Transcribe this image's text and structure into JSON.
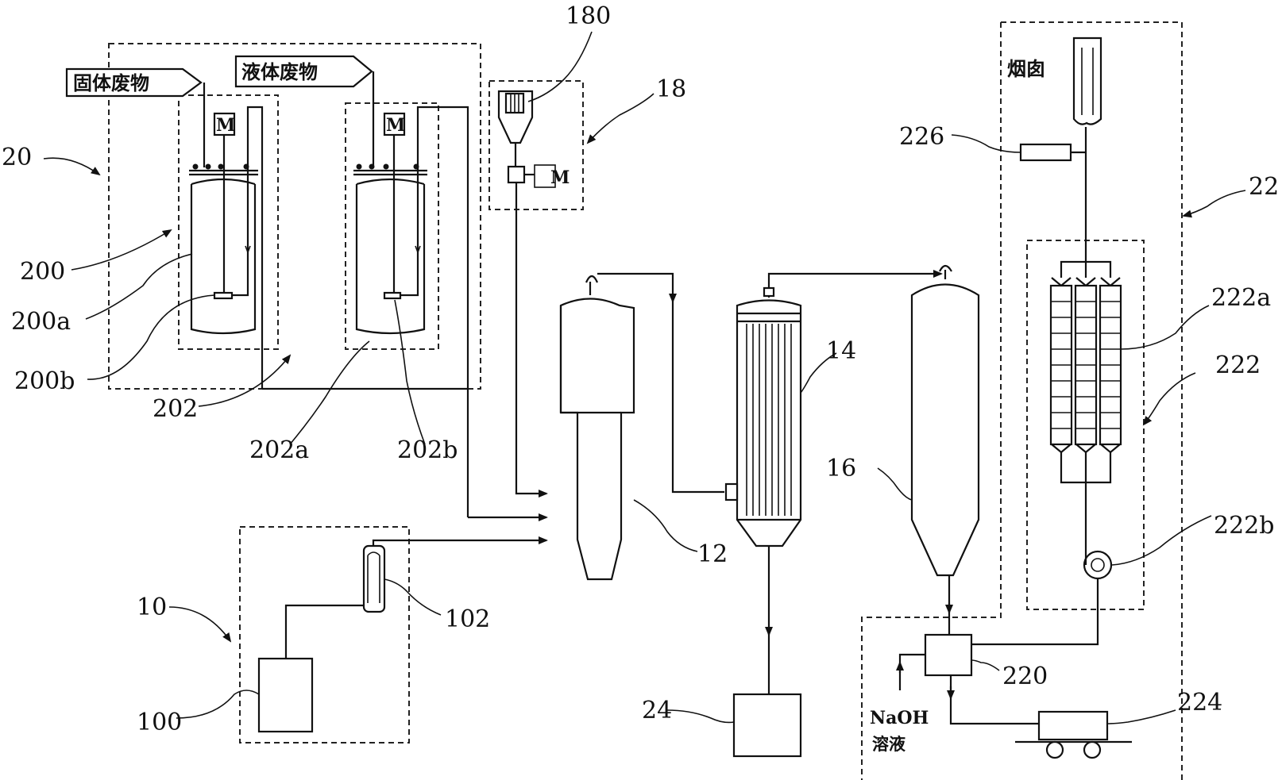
{
  "labels": {
    "n20": "20",
    "n200": "200",
    "n200a": "200a",
    "n200b": "200b",
    "n202": "202",
    "n202a": "202a",
    "n202b": "202b",
    "n180": "180",
    "n18": "18",
    "n14": "14",
    "n16": "16",
    "n12": "12",
    "n10": "10",
    "n102": "102",
    "n100": "100",
    "n24": "24",
    "n22": "22",
    "n222a": "222a",
    "n222": "222",
    "n222b": "222b",
    "n226": "226",
    "n220": "220",
    "n224": "224"
  },
  "tags": {
    "solid_waste": "固体废物",
    "liquid_waste": "液体废物",
    "chimney": "烟囱",
    "naoh_line1": "NaOH",
    "naoh_line2": "溶液"
  },
  "motor": "M"
}
